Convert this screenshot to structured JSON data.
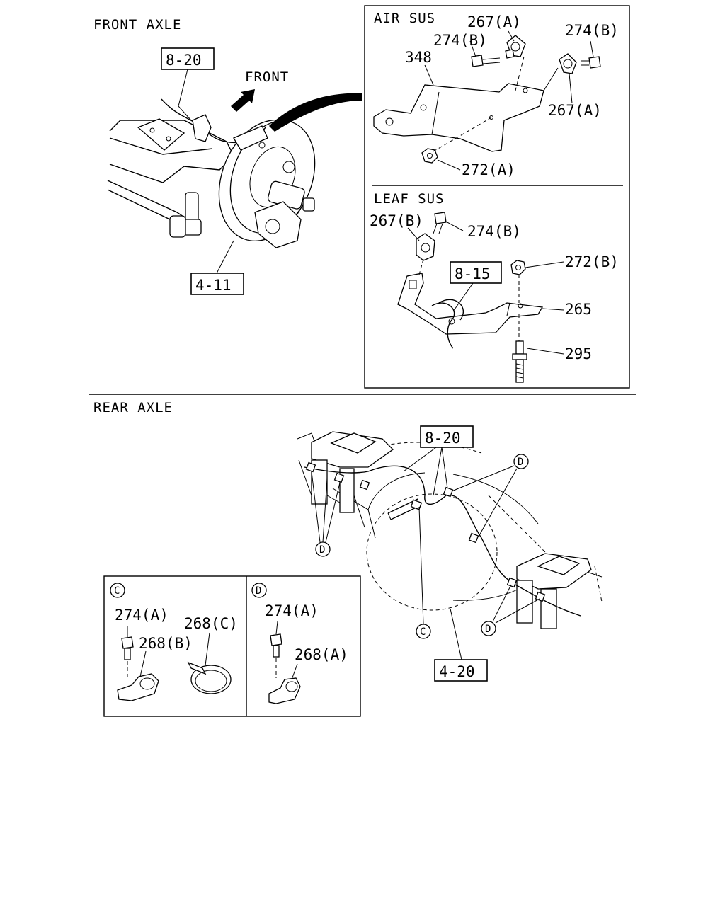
{
  "sections": {
    "front_axle": "FRONT AXLE",
    "rear_axle": "REAR AXLE",
    "air_sus": "AIR SUS",
    "leaf_sus": "LEAF SUS",
    "front_arrow": "FRONT"
  },
  "refs": {
    "ref_8_20_front": "8-20",
    "ref_4_11": "4-11",
    "ref_8_15": "8-15",
    "ref_8_20_rear": "8-20",
    "ref_4_20": "4-20"
  },
  "air_sus_parts": {
    "p267a_top": "267(A)",
    "p274b_left": "274(B)",
    "p274b_right": "274(B)",
    "p348": "348",
    "p267a_right": "267(A)",
    "p272a": "272(A)"
  },
  "leaf_sus_parts": {
    "p267b": "267(B)",
    "p274b": "274(B)",
    "p272b": "272(B)",
    "p265": "265",
    "p295": "295"
  },
  "detail_c": {
    "marker": "C",
    "p274a": "274(A)",
    "p268c": "268(C)",
    "p268b": "268(B)"
  },
  "detail_d": {
    "marker": "D",
    "p274a": "274(A)",
    "p268a": "268(A)"
  },
  "rear_markers": {
    "d_left": "D",
    "d_top": "D",
    "d_right": "D",
    "c_bottom": "C"
  }
}
